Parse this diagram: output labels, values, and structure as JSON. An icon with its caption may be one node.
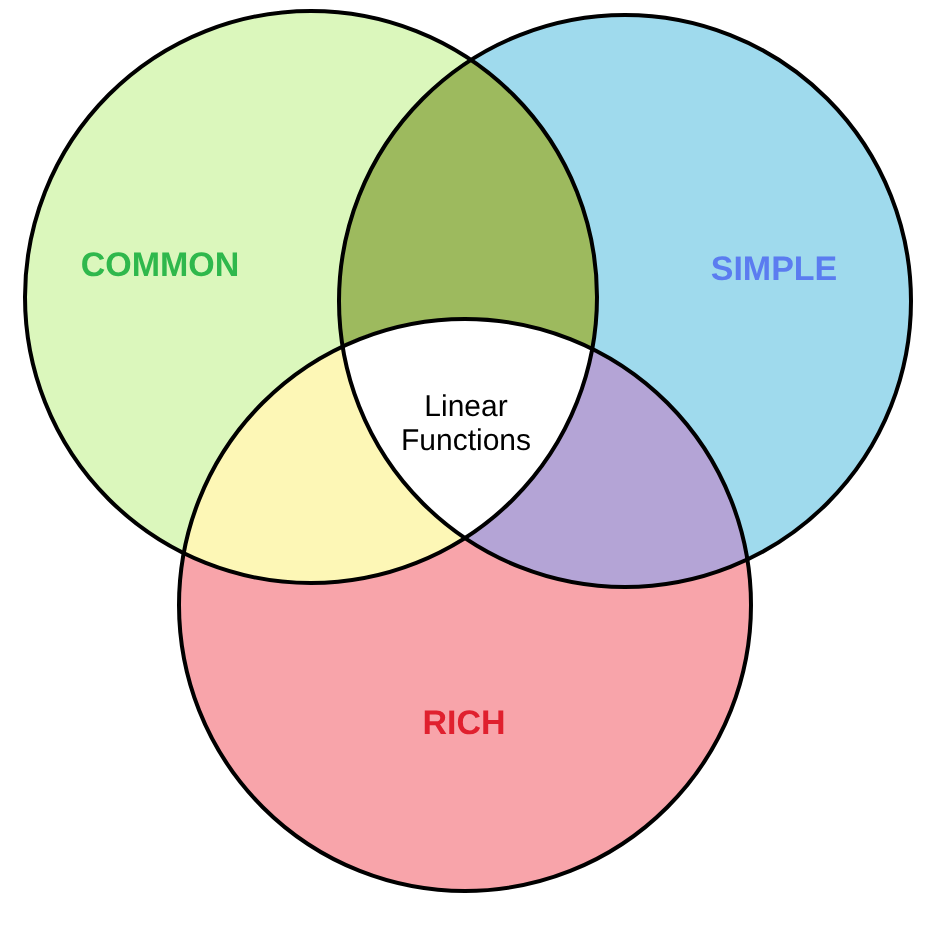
{
  "diagram": {
    "nodes": [
      {
        "text": [
          "COMMON"
        ]
      },
      {
        "text": [
          "SIMPLE"
        ]
      },
      {
        "text": [
          "RICH"
        ]
      }
    ],
    "labels": [
      "Linear Functions"
    ]
  }
}
